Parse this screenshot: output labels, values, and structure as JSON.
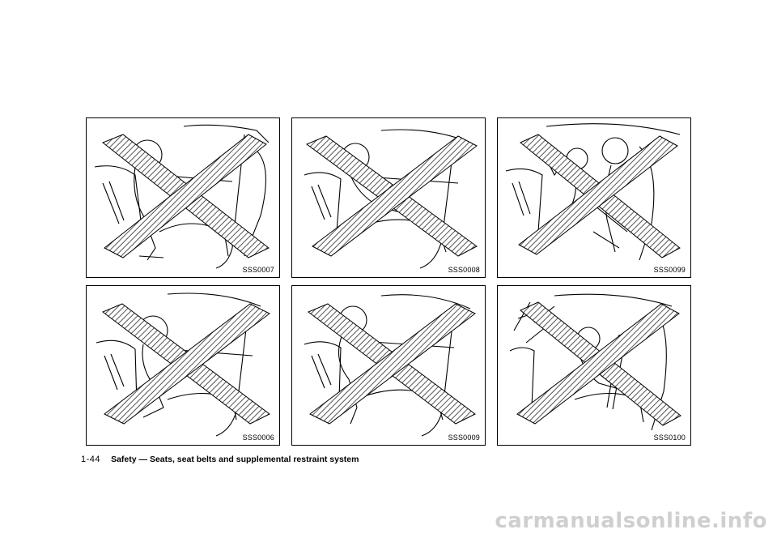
{
  "panels": [
    {
      "code": "SSS0007"
    },
    {
      "code": "SSS0008"
    },
    {
      "code": "SSS0099"
    },
    {
      "code": "SSS0006"
    },
    {
      "code": "SSS0009"
    },
    {
      "code": "SSS0100"
    }
  ],
  "footer": {
    "page_number": "1-44",
    "section_title": "Safety — Seats, seat belts and supplemental restraint system"
  },
  "watermark": "carmanualsonline.info"
}
